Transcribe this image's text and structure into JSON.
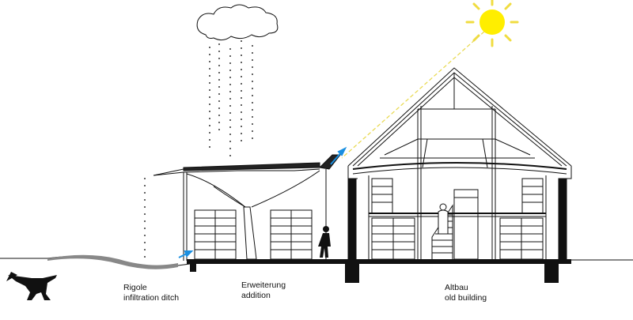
{
  "labels": {
    "rigole": {
      "de": "Rigole",
      "en": "infiltration ditch"
    },
    "addition": {
      "de": "Erweiterung",
      "en": "addition"
    },
    "old_building": {
      "de": "Altbau",
      "en": "old building"
    }
  },
  "colors": {
    "line": "#111111",
    "sun": "#ffee00",
    "sun_ray": "#f0dc40",
    "water_arrow": "#1a8fe0"
  }
}
